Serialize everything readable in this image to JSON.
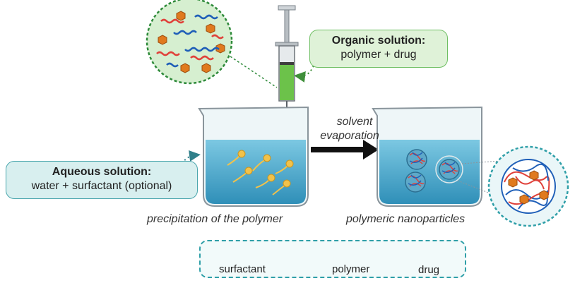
{
  "organic_box": {
    "title": "Organic solution:",
    "subtitle": "polymer + drug"
  },
  "aqueous_box": {
    "title": "Aqueous solution:",
    "subtitle": "water + surfactant (optional)"
  },
  "captions": {
    "precipitation": "precipitation of the polymer",
    "nanoparticles": "polymeric nanoparticles",
    "solvent": "solvent",
    "evaporation": "evaporation"
  },
  "legend": {
    "surfactant": "surfactant",
    "polymer": "polymer",
    "drug": "drug"
  },
  "colors": {
    "water": "#55b3d3",
    "water_dark": "#2f8fb8",
    "syringe_liquid": "#6cc24a",
    "drug": "#e07a1e",
    "polymer_red": "#e0413a",
    "polymer_blue": "#1f5fb8",
    "surfactant": "#f2c24a",
    "accent_teal": "#2f9fa8"
  }
}
